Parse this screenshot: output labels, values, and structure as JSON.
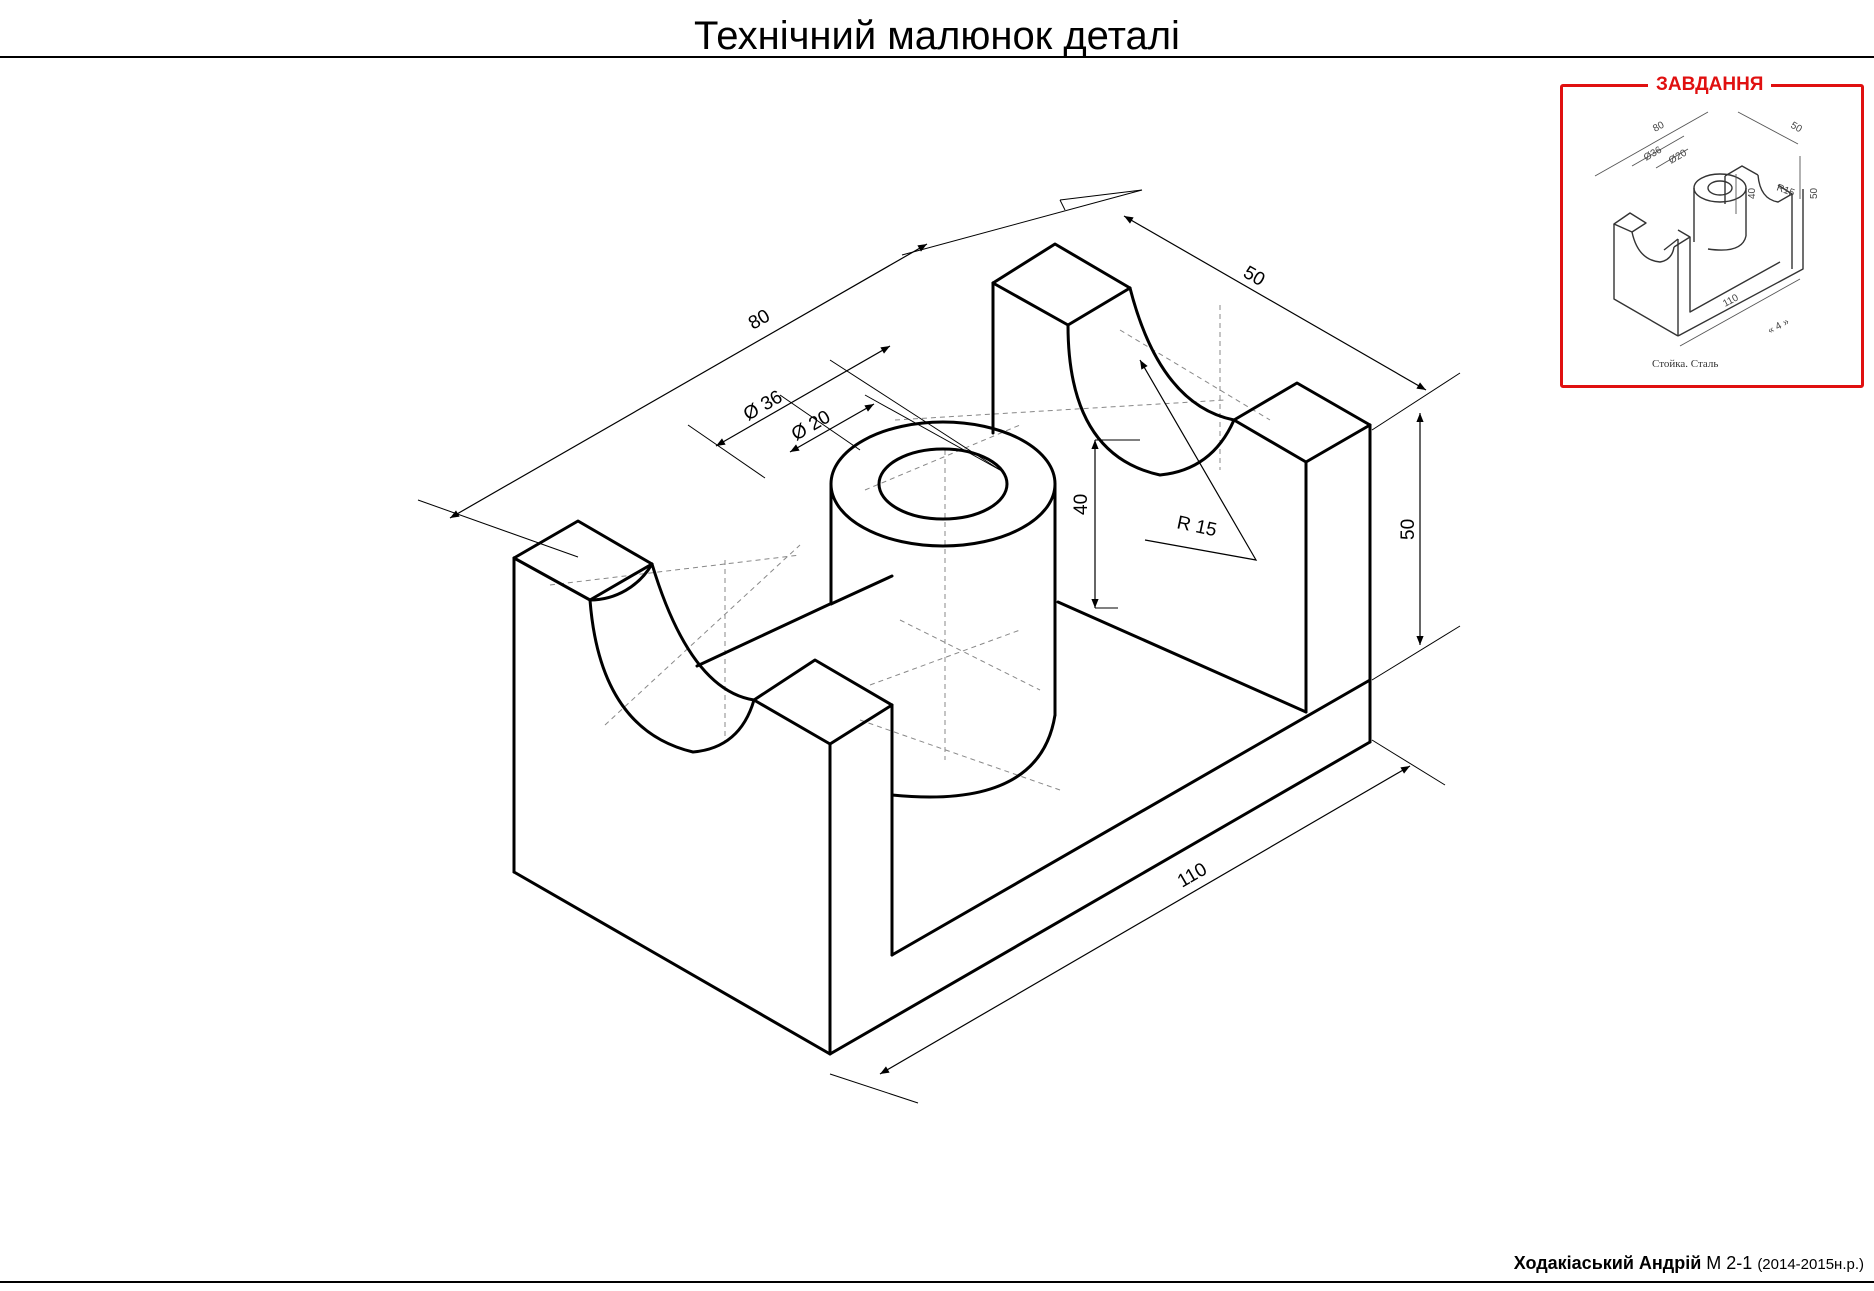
{
  "header": {
    "title": "Технічний малюнок деталі"
  },
  "drawing": {
    "dims": {
      "length": "80",
      "width": "50",
      "height": "50",
      "cyl_outer": "Ø 36",
      "cyl_inner": "Ø 20",
      "cyl_height": "40",
      "radius": "R 15",
      "base_length": "110"
    }
  },
  "task": {
    "label": "ЗАВДАННЯ",
    "caption": "Стойка. Сталь",
    "dims": {
      "d80": "80",
      "d50": "50",
      "d50h": "50",
      "d36": "Ø36",
      "d20": "Ø20",
      "d40": "40",
      "r15": "R15",
      "d110": "110",
      "number": "« 4 »"
    }
  },
  "footer": {
    "name": "Ходакіаський Андрій",
    "group": "М 2-1",
    "year": "(2014-2015н.р.)"
  },
  "colors": {
    "accent": "#e01010",
    "ink": "#000000"
  }
}
